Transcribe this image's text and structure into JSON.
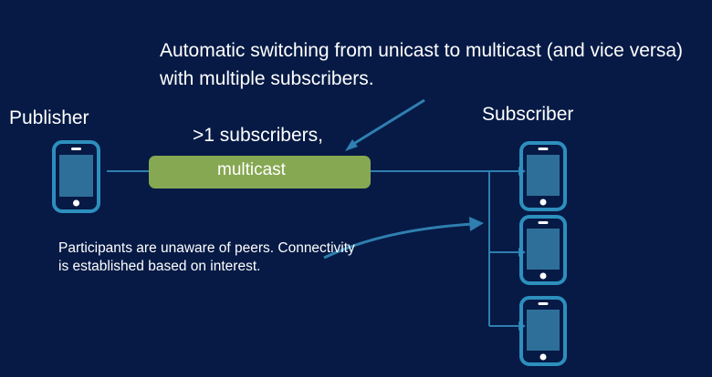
{
  "title": "Automatic switching from unicast to multicast (and vice versa) with multiple subscribers.",
  "publisher_label": "Publisher",
  "subscriber_label": "Subscriber",
  "condition_label": ">1 subscribers,",
  "mode_label": "multicast",
  "note": "Participants are unaware of peers. Connectivity is established based on interest.",
  "colors": {
    "background": "#061a45",
    "line": "#2f7fb0",
    "phone_border": "#2d8fbe",
    "phone_screen": "#2e6f9a",
    "pill": "#86a852"
  },
  "icons": [
    "phone-icon"
  ]
}
